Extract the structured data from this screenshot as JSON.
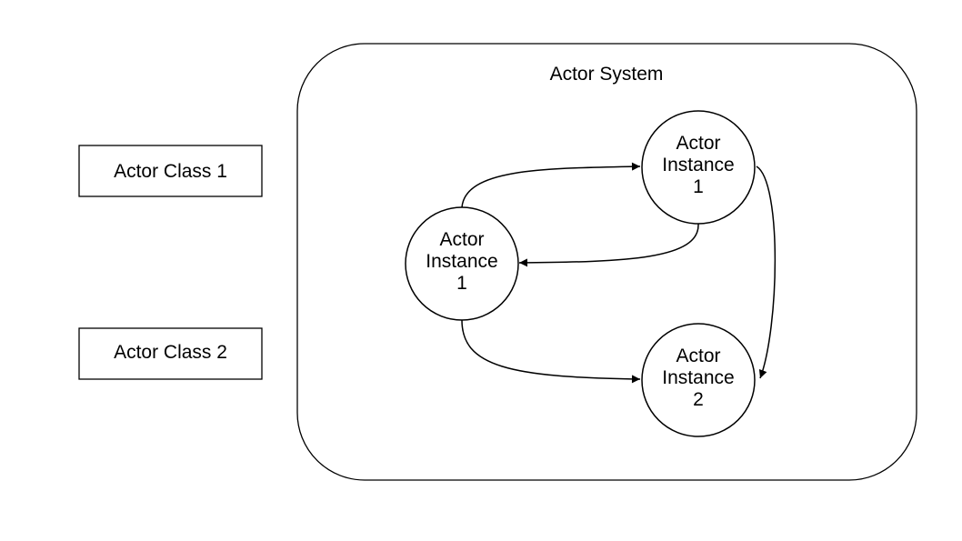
{
  "diagram": {
    "classes": [
      {
        "label": "Actor Class 1"
      },
      {
        "label": "Actor Class 2"
      }
    ],
    "system": {
      "title": "Actor System",
      "nodes": [
        {
          "id": "instance-a",
          "lines": [
            "Actor",
            "Instance",
            "1"
          ]
        },
        {
          "id": "instance-b",
          "lines": [
            "Actor",
            "Instance",
            "1"
          ]
        },
        {
          "id": "instance-c",
          "lines": [
            "Actor",
            "Instance",
            "2"
          ]
        }
      ],
      "edges": [
        {
          "from": "instance-a",
          "to": "instance-b"
        },
        {
          "from": "instance-b",
          "to": "instance-a"
        },
        {
          "from": "instance-a",
          "to": "instance-c"
        },
        {
          "from": "instance-b",
          "to": "instance-c"
        }
      ]
    },
    "colors": {
      "stroke": "#000000",
      "background": "#ffffff"
    }
  }
}
